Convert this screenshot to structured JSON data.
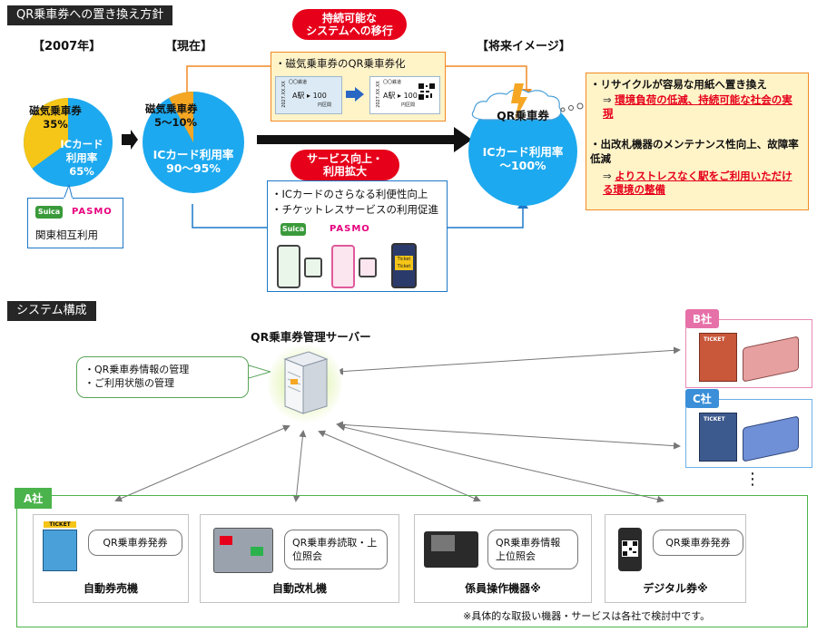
{
  "policy": {
    "header": "QR乗車券への置き換え方針",
    "period_2007": "【2007年】",
    "period_now": "【現在】",
    "period_future": "【将来イメージ】",
    "pie2007": {
      "mag_label": "磁気乗車券",
      "mag_value": "35%",
      "ic_label_1": "ICカード",
      "ic_label_2": "利用率",
      "ic_value": "65%",
      "mag_share": 0.35
    },
    "pie_now": {
      "mag_label": "磁気乗車券",
      "mag_value": "5～10%",
      "ic_label": "ICカード利用率",
      "ic_value": "90～95%",
      "mag_share": 0.08
    },
    "pie_future": {
      "title": "QR乗車券",
      "ic_label": "ICカード利用率",
      "ic_value": "～100%"
    },
    "suica_logo": "Suica",
    "pasmo_logo": "PASMO",
    "mutual_use": "関東相互利用",
    "sustainable_pill_1": "持続可能な",
    "sustainable_pill_2": "システムへの移行",
    "qr_conversion": "・磁気乗車券のQR乗車券化",
    "ticket_mag": {
      "company": "〇〇鉄道",
      "station": "A駅 ▸ 100",
      "fare": "円区間",
      "date": "2027.XX.XX"
    },
    "ticket_qr": {
      "company": "〇〇鉄道",
      "station": "A駅 ▸ 100",
      "fare": "円区間",
      "date": "2027.XX.XX"
    },
    "service_pill_1": "サービス向上・",
    "service_pill_2": "利用拡大",
    "service_items": [
      "・ICカードのさらなる利便性向上",
      "・チケットレスサービスの利用促進"
    ],
    "ticketless_phone_text": "Ticket Ticket",
    "benefits": [
      {
        "text": "・リサイクルが容易な用紙へ置き換え",
        "result": "環境負荷の低減、持続可能な社会の実現"
      },
      {
        "text": "・出改札機器のメンテナンス性向上、故障率低減",
        "result": "よりストレスなく駅をご利用いただける環境の整備"
      }
    ],
    "arrow_symbol": "⇒"
  },
  "system": {
    "header": "システム構成",
    "server_title": "QR乗車券管理サーバー",
    "server_notes": [
      "・QR乗車券情報の管理",
      "・ご利用状態の管理"
    ],
    "company_b": "B社",
    "company_c": "C社",
    "ellipsis": "⋮",
    "company_a": "A社",
    "ticket_sign": "TICKET",
    "devices": [
      {
        "name": "自動券売機",
        "function": "QR乗車券発券"
      },
      {
        "name": "自動改札機",
        "function": "QR乗車券読取・上位照会"
      },
      {
        "name": "係員操作機器※",
        "function": "QR乗車券情報上位照会"
      },
      {
        "name": "デジタル券※",
        "function": "QR乗車券発券"
      }
    ],
    "footnote": "※具体的な取扱い機器・サービスは各社で検討中です。"
  },
  "colors": {
    "ic_blue": "#1da9ef",
    "mag_yellow": "#f5c518",
    "accent_red": "#e6001a",
    "orange": "#f08a24",
    "flow_blue": "#1d78c8",
    "green": "#4bb34b"
  }
}
